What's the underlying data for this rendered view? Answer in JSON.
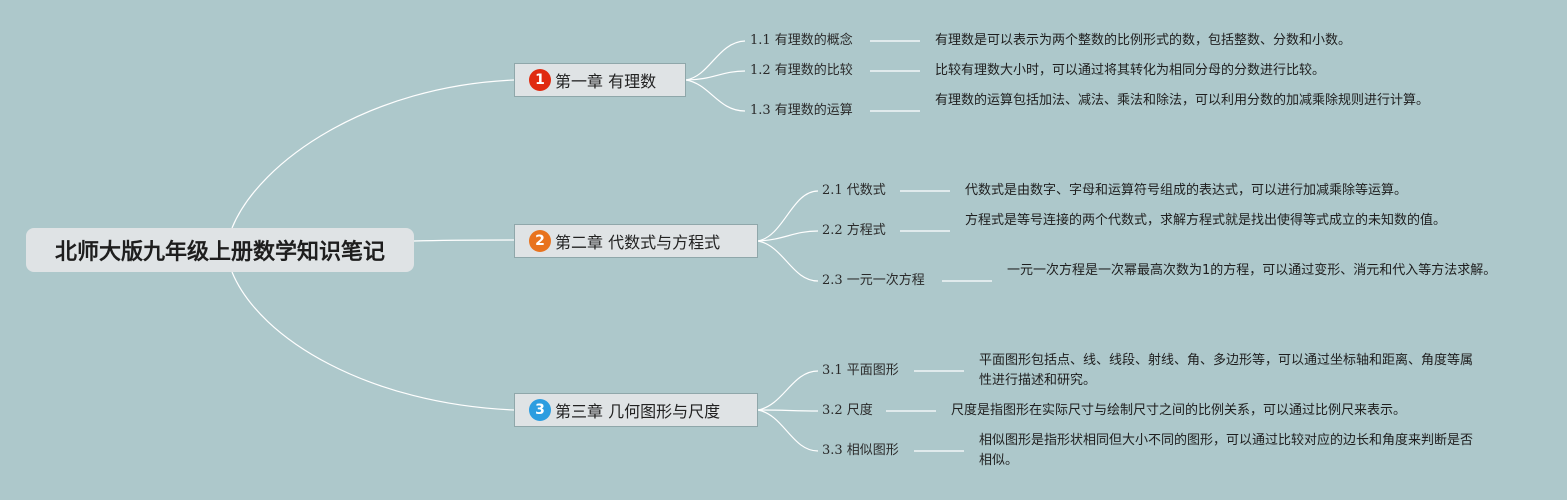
{
  "root": {
    "title": "北师大版九年级上册数学知识笔记"
  },
  "chapters": [
    {
      "number": "1",
      "title": "第一章 有理数",
      "badge_color": "#e02a10",
      "items": [
        {
          "label": "1.1 有理数的概念",
          "desc": "有理数是可以表示为两个整数的比例形式的数，包括整数、分数和小数。"
        },
        {
          "label": "1.2 有理数的比较",
          "desc": "比较有理数大小时，可以通过将其转化为相同分母的分数进行比较。"
        },
        {
          "label": "1.3 有理数的运算",
          "desc": "有理数的运算包括加法、减法、乘法和除法，可以利用分数的加减乘除规则进行计算。"
        }
      ]
    },
    {
      "number": "2",
      "title": "第二章 代数式与方程式",
      "badge_color": "#e8731e",
      "items": [
        {
          "label": "2.1 代数式",
          "desc": "代数式是由数字、字母和运算符号组成的表达式，可以进行加减乘除等运算。"
        },
        {
          "label": "2.2 方程式",
          "desc": "方程式是等号连接的两个代数式，求解方程式就是找出使得等式成立的未知数的值。"
        },
        {
          "label": "2.3 一元一次方程",
          "desc": "一元一次方程是一次幂最高次数为1的方程，可以通过变形、消元和代入等方法求解。"
        }
      ]
    },
    {
      "number": "3",
      "title": "第三章 几何图形与尺度",
      "badge_color": "#2c9de0",
      "items": [
        {
          "label": "3.1 平面图形",
          "desc": "平面图形包括点、线、线段、射线、角、多边形等，可以通过坐标轴和距离、角度等属性进行描述和研究。"
        },
        {
          "label": "3.2 尺度",
          "desc": "尺度是指图形在实际尺寸与绘制尺寸之间的比例关系，可以通过比例尺来表示。"
        },
        {
          "label": "3.3 相似图形",
          "desc": "相似图形是指形状相同但大小不同的图形，可以通过比较对应的边长和角度来判断是否相似。"
        }
      ]
    }
  ]
}
